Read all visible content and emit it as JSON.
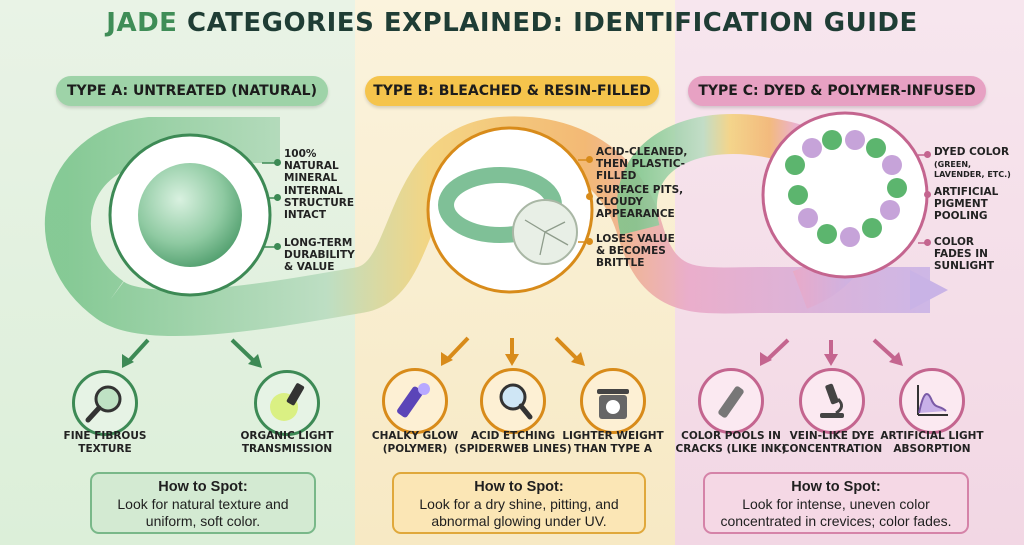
{
  "title": {
    "part1": "JADE",
    "part2": "CATEGORIES EXPLAINED: IDENTIFICATION GUIDE"
  },
  "types": [
    {
      "label": "TYPE A: UNTREATED (NATURAL)",
      "notes": [
        "100% NATURAL MINERAL",
        "INTERNAL STRUCTURE INTACT",
        "LONG-TERM DURABILITY & VALUE"
      ],
      "tips": [
        {
          "icon": "magnifying-glass-icon",
          "caption": "FINE FIBROUS TEXTURE"
        },
        {
          "icon": "flashlight-icon",
          "caption": "ORGANIC LIGHT TRANSMISSION"
        }
      ],
      "how_to_spot": {
        "heading": "How to Spot:",
        "text": "Look for natural texture and uniform, soft color."
      },
      "color": "#3d8a55"
    },
    {
      "label": "TYPE B: BLEACHED & RESIN-FILLED",
      "notes": [
        "ACID-CLEANED, THEN PLASTIC-FILLED",
        "SURFACE PITS, CLOUDY APPEARANCE",
        "LOSES VALUE & BECOMES BRITTLE"
      ],
      "tips": [
        {
          "icon": "uv-flashlight-icon",
          "caption": "CHALKY GLOW (POLYMER)"
        },
        {
          "icon": "magnifying-glass-icon",
          "caption": "ACID ETCHING (SPIDERWEB LINES)"
        },
        {
          "icon": "scale-icon",
          "caption": "LIGHTER WEIGHT THAN TYPE A"
        }
      ],
      "how_to_spot": {
        "heading": "How to Spot:",
        "text": "Look for a dry shine, pitting, and abnormal glowing under UV."
      },
      "color": "#d88b1a"
    },
    {
      "label": "TYPE C: DYED & POLYMER-INFUSED",
      "notes": [
        "DYED COLOR",
        "(GREEN, LAVENDER, ETC.)",
        "ARTIFICIAL PIGMENT POOLING",
        "COLOR FADES IN SUNLIGHT"
      ],
      "tips": [
        {
          "icon": "flashlight-icon",
          "caption": "COLOR POOLS IN CRACKS (LIKE INK)"
        },
        {
          "icon": "microscope-icon",
          "caption": "VEIN-LIKE DYE CONCENTRATION"
        },
        {
          "icon": "spectrum-graph-icon",
          "caption": "ARTIFICIAL LIGHT ABSORPTION"
        }
      ],
      "how_to_spot": {
        "heading": "How to Spot:",
        "text": "Look for intense, uneven color concentrated in crevices; color fades."
      },
      "color": "#c4658f"
    }
  ]
}
